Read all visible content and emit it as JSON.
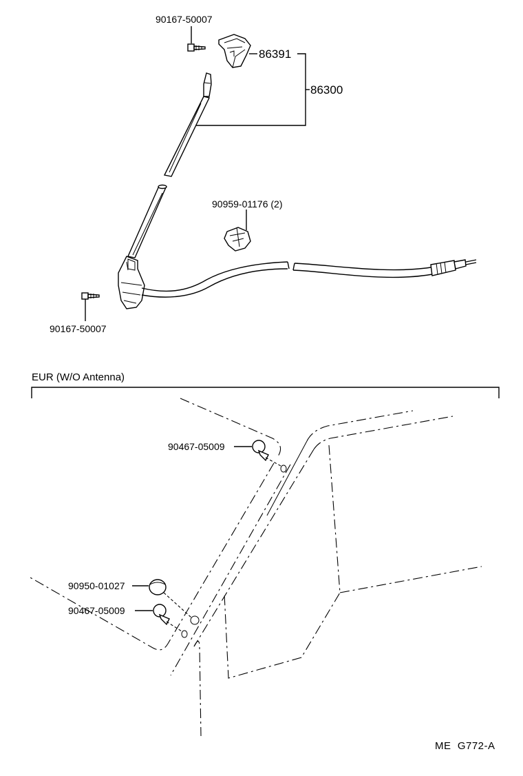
{
  "parts": {
    "screw_top": "90167-50007",
    "bracket": "86391",
    "antenna_assy": "86300",
    "clamp": "90959-01176 (2)",
    "screw_bottom": "90167-50007",
    "clip_upper": "90467-05009",
    "plug": "90950-01027",
    "clip_lower": "90467-05009"
  },
  "section": {
    "title": "EUR (W/O Antenna)"
  },
  "drawing_code": "ME  G772-A"
}
